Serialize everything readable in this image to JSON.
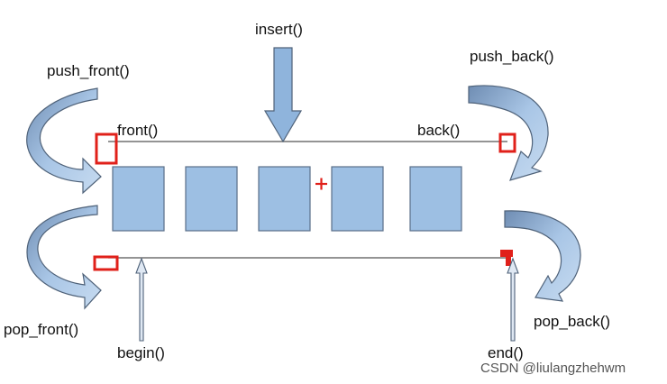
{
  "labels": {
    "insert": "insert()",
    "push_front": "push_front()",
    "push_back": "push_back()",
    "front": "front()",
    "back": "back()",
    "pop_front": "pop_front()",
    "pop_back": "pop_back()",
    "begin": "begin()",
    "end": "end()"
  },
  "watermark": "CSDN @liulangzhehwm",
  "element_count": 5,
  "colors": {
    "element_fill": "#9dbfe3",
    "element_stroke": "#5a6f88",
    "arrow_fill": "#8fb4dc",
    "arrow_stroke": "#4f6279",
    "marker": "#e0201a",
    "line": "#555555"
  }
}
